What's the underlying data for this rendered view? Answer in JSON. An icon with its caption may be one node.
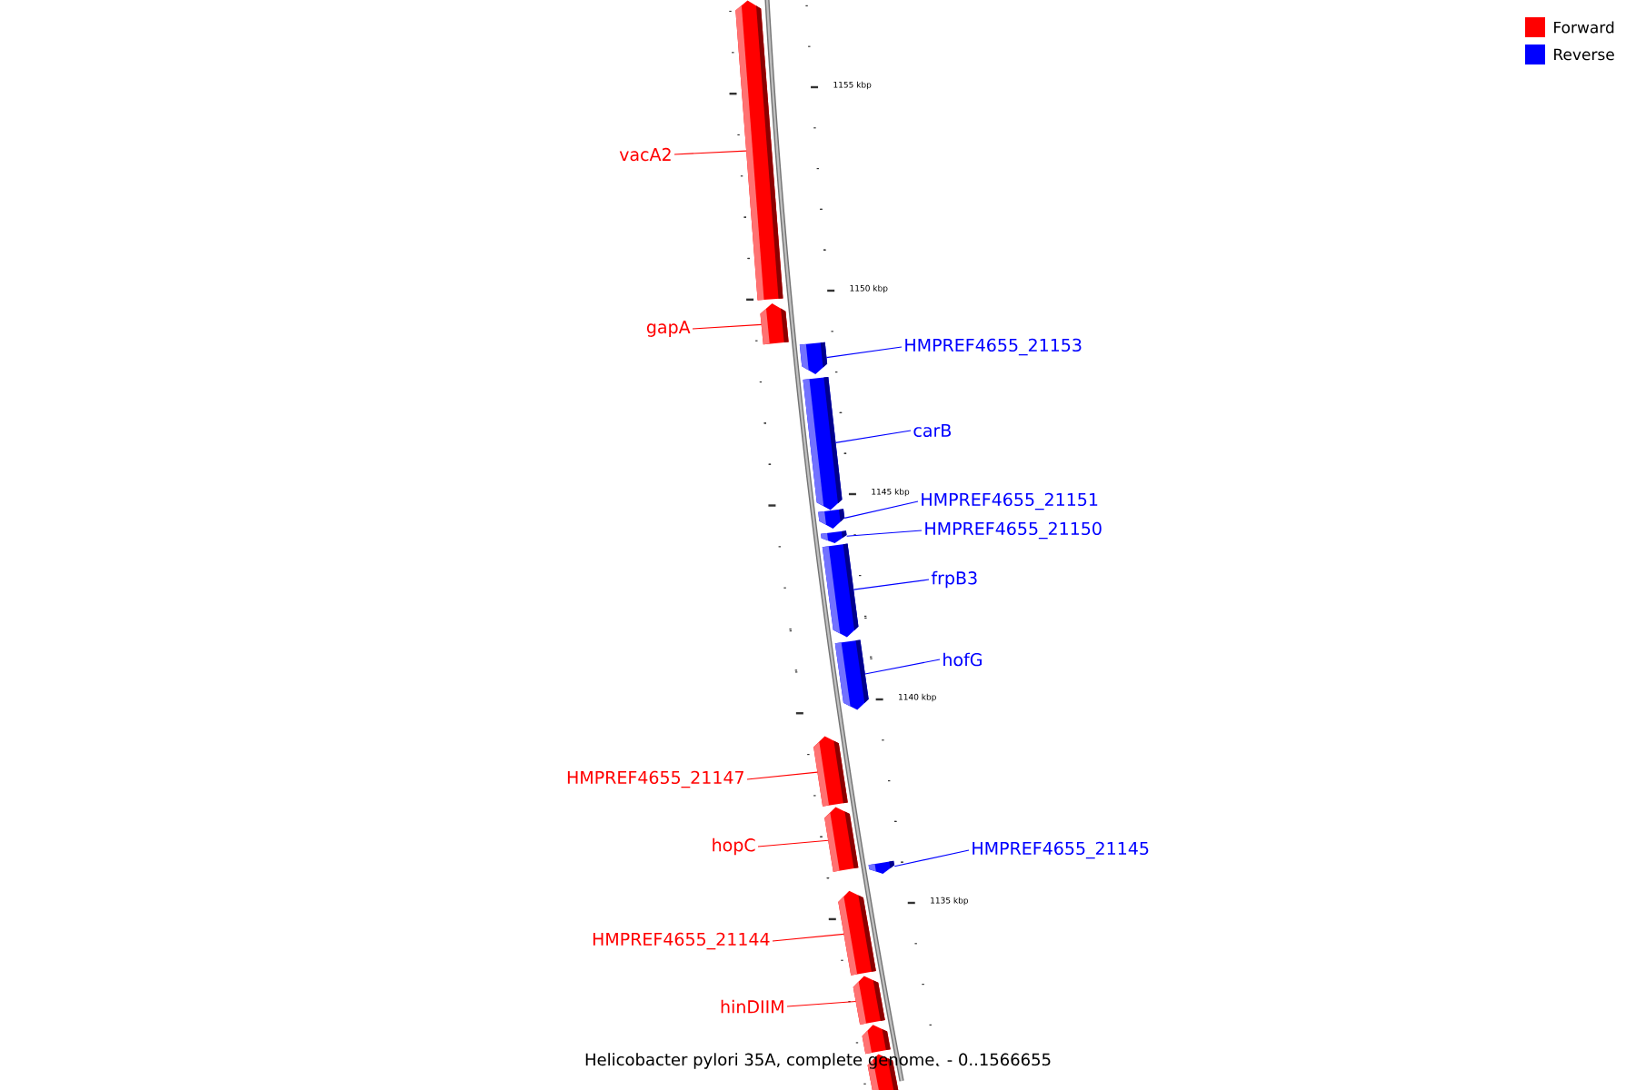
{
  "diagram": {
    "caption": "Helicobacter pylori 35A, complete genome. - 0..1566655",
    "nodes": [
      {
        "text": [
          "vacA2"
        ]
      },
      {
        "text": [],
        "shape": "bar"
      },
      {
        "text": [
          "gapA"
        ]
      },
      {
        "text": [],
        "shape": "bar"
      },
      {
        "text": [
          "HMPREF4655_21153"
        ]
      },
      {
        "text": [],
        "shape": "bar"
      },
      {
        "text": [
          "carB"
        ]
      },
      {
        "text": [],
        "shape": "bar"
      },
      {
        "text": [
          "HMPREF4655_21151"
        ]
      },
      {
        "text": [],
        "shape": "bar"
      },
      {
        "text": [
          "HMPREF4655_21150"
        ]
      },
      {
        "text": [],
        "shape": "bar"
      },
      {
        "text": [
          "frpB3"
        ]
      },
      {
        "text": [],
        "shape": "bar"
      },
      {
        "text": [
          "hofG"
        ]
      },
      {
        "text": [],
        "shape": "bar"
      },
      {
        "text": [
          "HMPREF4655_21147"
        ]
      },
      {
        "text": [],
        "shape": "bar"
      },
      {
        "text": [
          "hopC"
        ]
      },
      {
        "text": [],
        "shape": "bar"
      },
      {
        "text": [
          "HMPREF4655_21145"
        ]
      },
      {
        "text": [],
        "shape": "bar"
      },
      {
        "text": [
          "HMPREF4655_21144"
        ]
      },
      {
        "text": [],
        "shape": "bar"
      },
      {
        "text": [
          "hinDIIM"
        ]
      },
      {
        "text": [],
        "shape": "bar"
      },
      {
        "text": [],
        "shape": "bar"
      },
      {
        "text": [],
        "shape": "bar"
      }
    ],
    "edges": [
      {
        "from": 0,
        "to": 1,
        "arrow": "none",
        "color": "#ff0000"
      },
      {
        "from": 2,
        "to": 3,
        "arrow": "none",
        "color": "#ff0000"
      },
      {
        "from": 4,
        "to": 5,
        "arrow": "none"
      },
      {
        "from": 6,
        "to": 7,
        "arrow": "none"
      },
      {
        "from": 8,
        "to": 9,
        "arrow": "none"
      },
      {
        "from": 10,
        "to": 11,
        "arrow": "none"
      },
      {
        "from": 12,
        "to": 13,
        "arrow": "none"
      },
      {
        "from": 14,
        "to": 15,
        "arrow": "none"
      },
      {
        "from": 16,
        "to": 17,
        "arrow": "none",
        "color": "#ff0000"
      },
      {
        "from": 18,
        "to": 19,
        "arrow": "none",
        "color": "#ff0000"
      },
      {
        "from": 20,
        "to": 21,
        "arrow": "none"
      },
      {
        "from": 22,
        "to": 23,
        "arrow": "none",
        "color": "#ff0000"
      },
      {
        "from": 24,
        "to": 25,
        "arrow": "none",
        "color": "#ff0000"
      }
    ],
    "labels": [
      "1155 kbp",
      "1150 kbp",
      "1145 kbp",
      "1140 kbp",
      "1135 kbp"
    ],
    "legend": [
      {
        "text": "Forward",
        "color": "#ff0000"
      },
      {
        "text": "Reverse",
        "color": "#0000ff"
      }
    ]
  }
}
